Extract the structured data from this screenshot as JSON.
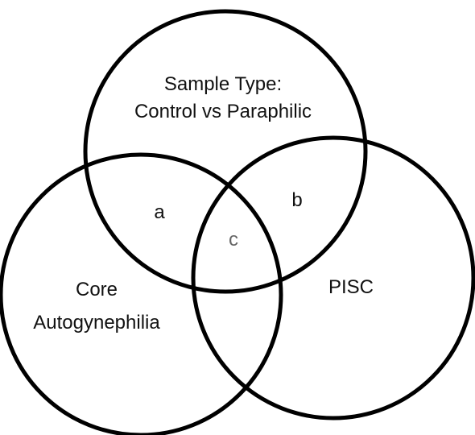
{
  "sets": {
    "top": {
      "line1": "Sample Type:",
      "line2": "Control vs Paraphilic"
    },
    "left": {
      "line1": "Core",
      "line2": "Autogynephilia"
    },
    "right": {
      "line1": "PISC"
    }
  },
  "regions": {
    "a": "a",
    "b": "b",
    "c": "c"
  },
  "colors": {
    "stroke": "#000000",
    "text": "#111111",
    "center_text": "#666666",
    "background": "#ffffff"
  }
}
